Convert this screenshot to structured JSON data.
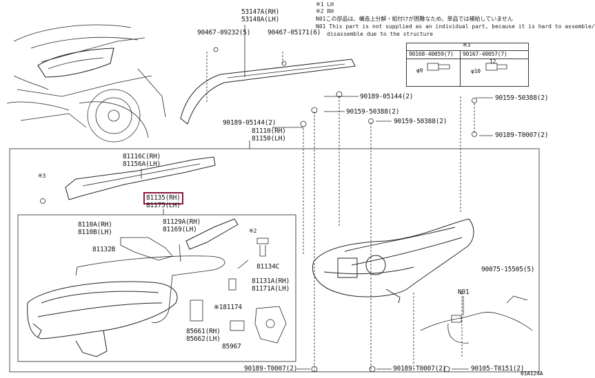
{
  "notes": {
    "line1": "※1 LH",
    "line2": "※2 RH",
    "line3": "N01この部品は、構造上分解・組付けが困難なため、単品では補給していません",
    "line4": "N01 This part is not supplied as an individual part, because it is hard to assemble/",
    "line5": "disassemble due to the structure"
  },
  "fastener_table": {
    "mark": "※3",
    "col1": "90168-40059(7)",
    "col2": "90167-40057(7)",
    "dim1": "φ9",
    "dim2": "φ10",
    "dim3": "12"
  },
  "labels": {
    "p53147A": "53147A(RH)",
    "p53148A": "53148A(LH)",
    "p90467_09232": "90467-09232(5)",
    "p90467_05171": "90467-05171(6)",
    "p90189_05144_a": "90189-05144(2)",
    "p90159_50388_a": "90159-50388(2)",
    "p90159_50388_b": "90159-50388(2)",
    "p90159_50388_c": "90159-50388(2)",
    "p90189_05144_b": "90189-05144(2)",
    "p90189_T0007_a": "90189-T0007(2)",
    "p81110": "81110(RH)",
    "p81150": "81150(LH)",
    "p81116C": "81116C(RH)",
    "p81156A": "81156A(LH)",
    "mark3": "※3",
    "p81135": "81135(RH)",
    "p81175": "81175(LH)",
    "p8110A": "8110A(RH)",
    "p8110B": "8110B(LH)",
    "p81129A": "81129A(RH)",
    "p81169": "81169(LH)",
    "p81132B": "81132B",
    "mark2": "※2",
    "p81134C": "81134C",
    "p81131A": "81131A(RH)",
    "p81171A": "81171A(LH)",
    "p81174": "※181174",
    "p85661": "85661(RH)",
    "p85662": "85662(LH)",
    "p85967": "85967",
    "p90075": "90075-15505(5)",
    "n01": "N01",
    "p90189_T0007_b": "90189-T0007(2)",
    "p90189_T0007_c": "90189-T0007(2)",
    "p90105_T0151": "90105-T0151(2)",
    "figure_code": "01A124A"
  },
  "colors": {
    "highlight": "#8a1538",
    "line": "#222222"
  }
}
